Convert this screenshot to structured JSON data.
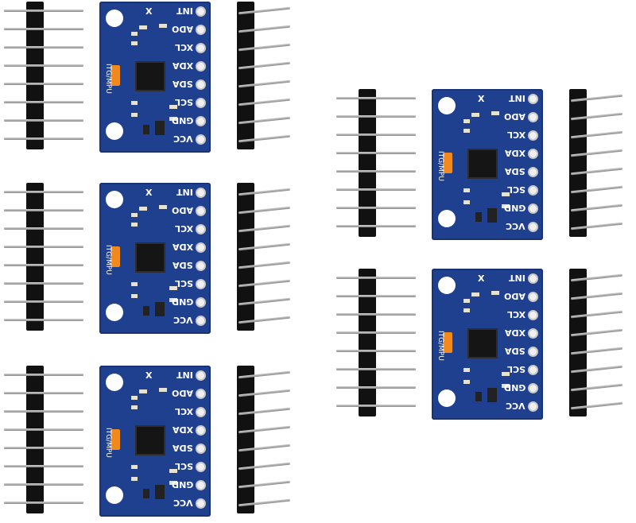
{
  "product": {
    "board_silkscreen": "ITG/MPU",
    "axis_marking": "X",
    "pin_labels": [
      "INT",
      "ADO",
      "XCL",
      "XDA",
      "SDA",
      "SCL",
      "GND",
      "VCC"
    ],
    "module_count": 5,
    "colors": {
      "pcb": "#1f3f8f",
      "header_plastic": "#111111",
      "pin_metal": "#b0b0b0",
      "capacitor": "#f08a1e",
      "background": "#ffffff"
    }
  }
}
